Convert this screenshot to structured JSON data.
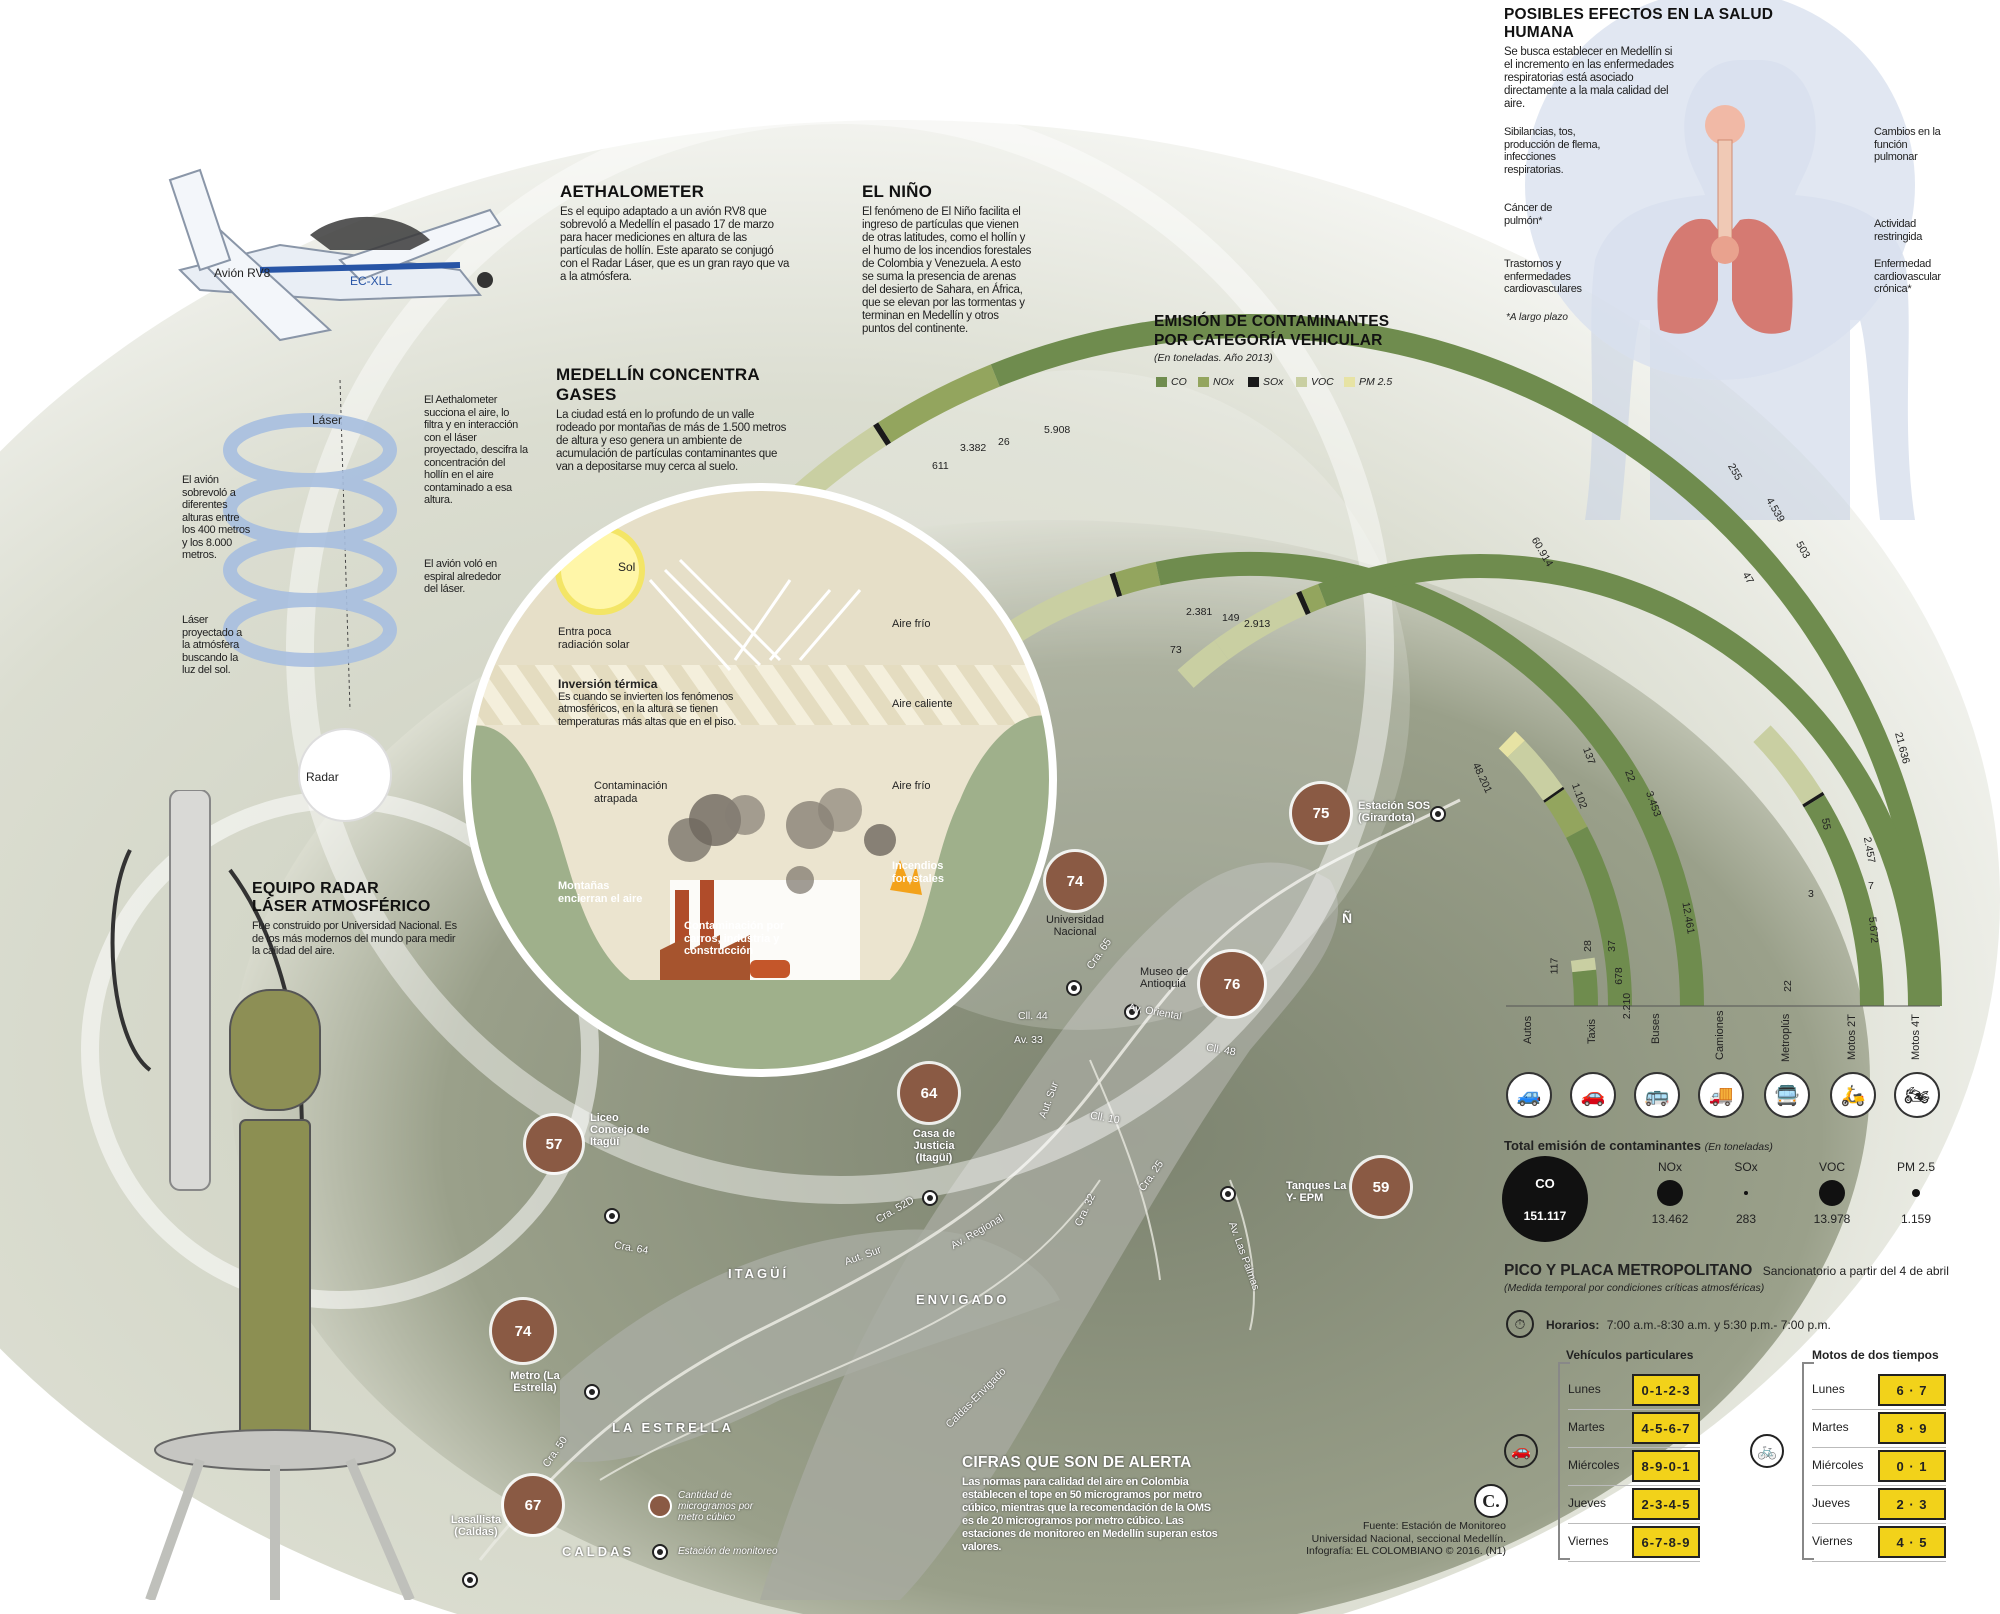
{
  "colors": {
    "co": "#6f8c4e",
    "nox": "#93a55e",
    "sox": "#1a1a1a",
    "voc": "#c9cfa2",
    "pm": "#e7e3a4",
    "dot": "#8a5a44",
    "plate": "#f2d21a",
    "map": "#8c9478"
  },
  "aethalometer": {
    "title": "AETHALOMETER",
    "text": "Es el equipo adaptado a un avión RV8 que sobrevoló a Medellín el pasado 17 de marzo para hacer mediciones en altura de las partículas de hollín. Este aparato se conjugó con el Radar Láser, que es un gran rayo que va a la atmósfera."
  },
  "nino": {
    "title": "EL NIÑO",
    "text": "El fenómeno de El Niño facilita el ingreso de partículas que vienen de otras latitudes, como el hollín y el humo de los incendios forestales de Colombia y Venezuela. A esto se suma la presencia de arenas del desierto de Sahara, en África, que se elevan por las tormentas y terminan en Medellín y otros puntos del continente."
  },
  "gases": {
    "title": "MEDELLÍN CONCENTRA GASES",
    "text": "La ciudad está en lo profundo de un valle rodeado por montañas de más de 1.500 metros de altura y eso genera un ambiente de acumulación de partículas contaminantes que van a depositarse muy cerca al suelo."
  },
  "plane": {
    "label": "Avión RV8",
    "reg": "EC-XLL",
    "laser": "Láser",
    "radar": "Radar",
    "aeth_text": "El Aethalometer succiona el aire, lo filtra y en interacción con el láser proyectado, descifra la concentración del hollín en el aire contaminado a esa altura.",
    "spiral_text": "El avión voló en espiral alrededor del láser.",
    "heights_text": "El avión sobrevoló a diferentes alturas entre los 400 metros y los 8.000 metros.",
    "laser_text": "Láser proyectado a la atmósfera buscando la luz del sol."
  },
  "radar": {
    "title1": "EQUIPO RADAR",
    "title2": "LÁSER ATMOSFÉRICO",
    "text": "Fue construido por Universidad Nacional. Es de los más modernos del mundo para medir la calidad del aire."
  },
  "valley": {
    "sol": "Sol",
    "entra": "Entra poca radiación solar",
    "aire_frio_top": "Aire frío",
    "inversion_title": "Inversión térmica",
    "inversion_text": "Es cuando se invierten los fenómenos atmosféricos, en la altura se tienen temperaturas más altas que en el piso.",
    "aire_caliente": "Aire caliente",
    "contaminacion_atrapada": "Contaminación atrapada",
    "aire_frio_bottom": "Aire frío",
    "montanas": "Montañas encierran el aire",
    "incendios": "Incendios forestales",
    "contaminacion_carros": "Contaminación por carros, industria y construcción"
  },
  "health": {
    "title": "POSIBLES EFECTOS EN LA SALUD HUMANA",
    "intro": "Se busca establecer en Medellín si el incremento en las enfermedades respiratorias está asociado directamente a la mala calidad del aire.",
    "left": [
      "Sibilancias, tos, producción de flema, infecciones respiratorias.",
      "Cáncer de pulmón*",
      "Trastornos y enfermedades cardiovasculares"
    ],
    "right": [
      "Cambios en la función pulmonar",
      "Actividad restringida",
      "Enfermedad cardiovascular crónica*"
    ],
    "note": "*A largo plazo"
  },
  "chart_data": {
    "type": "radial-bar",
    "title": "EMISIÓN DE CONTAMINANTES POR CATEGORÍA VEHICULAR",
    "subtitle": "(En toneladas. Año 2013)",
    "legend": [
      "CO",
      "NOx",
      "SOx",
      "VOC",
      "PM 2.5"
    ],
    "categories": [
      "Autos",
      "Taxis",
      "Buses",
      "Camiones",
      "Metroplús",
      "Motos 2T",
      "Motos 4T"
    ],
    "series": [
      {
        "name": "Buses / Camiones",
        "values_label": [
          "611",
          "3.382",
          "26",
          "5.908",
          "60.914"
        ]
      },
      {
        "name": "Autos / Taxis",
        "values_label": [
          "73",
          "2.381",
          "149",
          "2.913",
          "48.201"
        ]
      },
      {
        "name": "Motos 4T",
        "values_label": [
          "255",
          "4.539",
          "47",
          "503",
          "21.636"
        ]
      }
    ],
    "inner_labels": {
      "taxis": [
        "137",
        "1.102",
        "22",
        "3.453",
        "12.461"
      ],
      "motos2t": [
        "55",
        "2.457",
        "7",
        "3",
        "5.672"
      ],
      "autos_small": [
        "117",
        "28",
        "37",
        "678",
        "2.210"
      ],
      "metroplus": "22"
    }
  },
  "totals": {
    "title": "Total emisión de contaminantes",
    "unit": "(En toneladas)",
    "items": [
      {
        "name": "CO",
        "value": "151.117"
      },
      {
        "name": "NOx",
        "value": "13.462"
      },
      {
        "name": "SOx",
        "value": "283"
      },
      {
        "name": "VOC",
        "value": "13.978"
      },
      {
        "name": "PM 2.5",
        "value": "1.159"
      }
    ]
  },
  "pico": {
    "title": "PICO Y PLACA METROPOLITANO",
    "sub": "Sancionatorio a partir del 4 de abril",
    "note": "(Medida temporal por condiciones críticas atmosféricas)",
    "horarios_label": "Horarios:",
    "horarios": "7:00 a.m.-8:30 a.m. y 5:30 p.m.- 7:00 p.m.",
    "veh_title": "Vehículos particulares",
    "motos_title": "Motos de dos tiempos",
    "days": [
      "Lunes",
      "Martes",
      "Miércoles",
      "Jueves",
      "Viernes"
    ],
    "veh_plates": [
      "0-1-2-3",
      "4-5-6-7",
      "8-9-0-1",
      "2-3-4-5",
      "6-7-8-9"
    ],
    "motos_plates": [
      "6 · 7",
      "8 · 9",
      "0 · 1",
      "2 · 3",
      "4 · 5"
    ]
  },
  "map": {
    "stations": [
      {
        "value": "75",
        "name": "Estación SOS (Girardota)"
      },
      {
        "value": "74",
        "name": "Universidad Nacional"
      },
      {
        "value": "76",
        "name": "Museo de Antioquia"
      },
      {
        "value": "64",
        "name": "Casa de Justicia (Itagüí)"
      },
      {
        "value": "57",
        "name": "Liceo Concejo de Itagüí"
      },
      {
        "value": "59",
        "name": "Tanques La Y- EPM"
      },
      {
        "value": "74",
        "name": "Metro (La Estrella)"
      },
      {
        "value": "67",
        "name": "Lasallista (Caldas)"
      }
    ],
    "roads": [
      "Cra. 65",
      "Av. Oriental",
      "Cll. 44",
      "Av. 33",
      "Cll. 48",
      "Aut. Sur",
      "Cll. 10",
      "Cra. 52D",
      "Av. Regional",
      "Cra. 32",
      "Cra. 25",
      "Av. Las Palmas",
      "Cra. 64",
      "Aut. Sur",
      "Cra. 50",
      "Caldas-Envigado"
    ],
    "places": [
      "ITAGÜÍ",
      "ENVIGADO",
      "LA ESTRELLA",
      "CALDAS",
      "Ñ"
    ],
    "legend_dot": "Cantidad de microgramos por metro cúbico",
    "legend_station": "Estación de monitoreo"
  },
  "alert": {
    "title": "CIFRAS QUE SON DE ALERTA",
    "text": "Las normas para calidad del aire en Colombia establecen el tope en 50 microgramos por metro cúbico, mientras que la recomendación de la OMS es de 20 microgramos por metro cúbico. Las estaciones de monitoreo en Medellín superan estos valores."
  },
  "credits": {
    "logo": "C.",
    "line1": "Fuente: Estación de Monitoreo",
    "line2": "Universidad Nacional, seccional Medellín.",
    "line3": "Infografía: EL COLOMBIANO © 2016. (N1)"
  }
}
